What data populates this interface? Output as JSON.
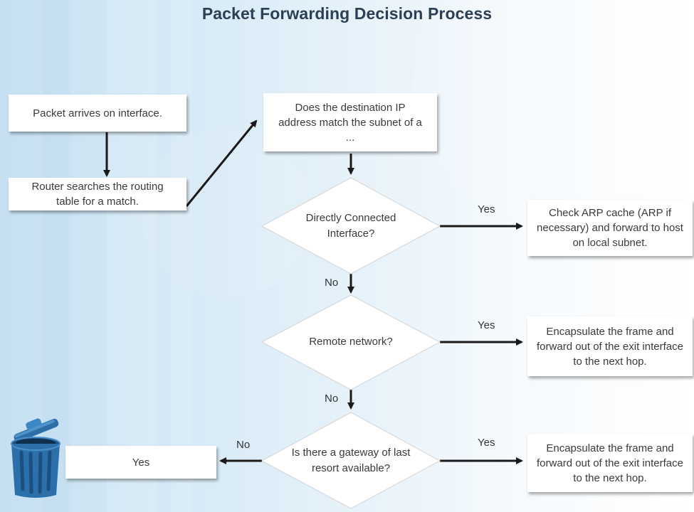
{
  "title": "Packet Forwarding Decision Process",
  "boxes": {
    "arrives": "Packet arrives on interface.",
    "search": "Router searches the routing table for a match.",
    "match": "Does the destination IP address match the subnet of a ...",
    "arp": "Check ARP cache (ARP if necessary) and forward to host on local subnet.",
    "encap1": "Encapsulate the frame and forward out of the exit interface to the next hop.",
    "encap2": "Encapsulate the frame and forward out of the exit interface to the next hop.",
    "discard": "Yes"
  },
  "decisions": {
    "direct": "Directly Connected Interface?",
    "remote": "Remote network?",
    "gateway": "Is there a gateway of last resort available?"
  },
  "labels": {
    "yes1": "Yes",
    "yes2": "Yes",
    "yes3": "Yes",
    "no1": "No",
    "no2": "No",
    "no3": "No"
  },
  "icons": {
    "trash": "trash-can-icon"
  }
}
